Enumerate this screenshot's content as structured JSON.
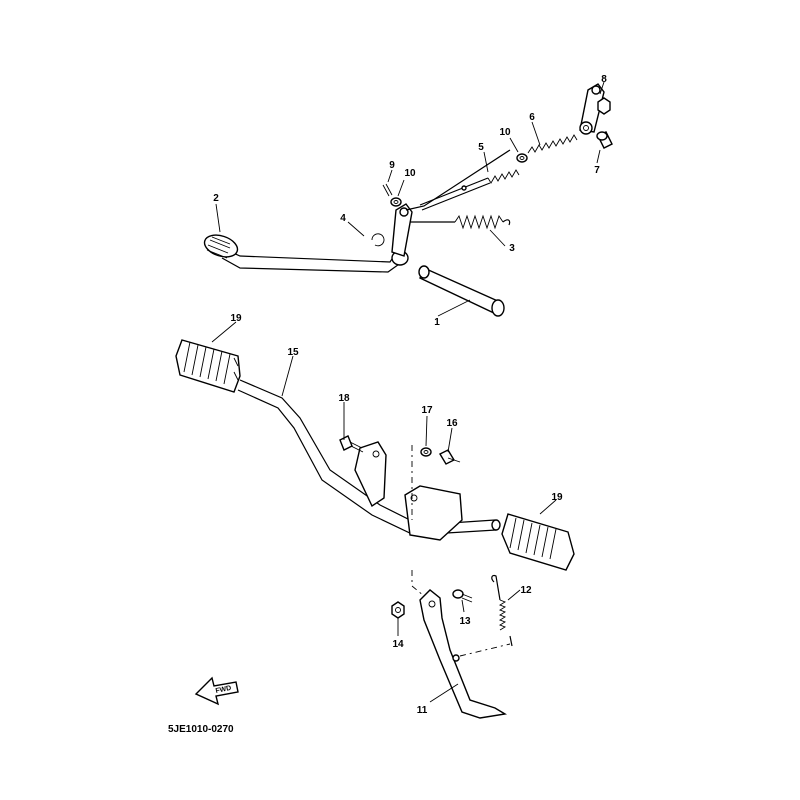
{
  "callouts": {
    "c1": "1",
    "c2": "2",
    "c3": "3",
    "c4": "4",
    "c5": "5",
    "c6": "6",
    "c7": "7",
    "c8": "8",
    "c9": "9",
    "c10a": "10",
    "c10b": "10",
    "c11": "11",
    "c12": "12",
    "c13": "13",
    "c14": "14",
    "c15": "15",
    "c16": "16",
    "c17": "17",
    "c18": "18",
    "c19a": "19",
    "c19b": "19"
  },
  "direction_badge": "FWD",
  "diagram_code": "5JE1010-0270"
}
